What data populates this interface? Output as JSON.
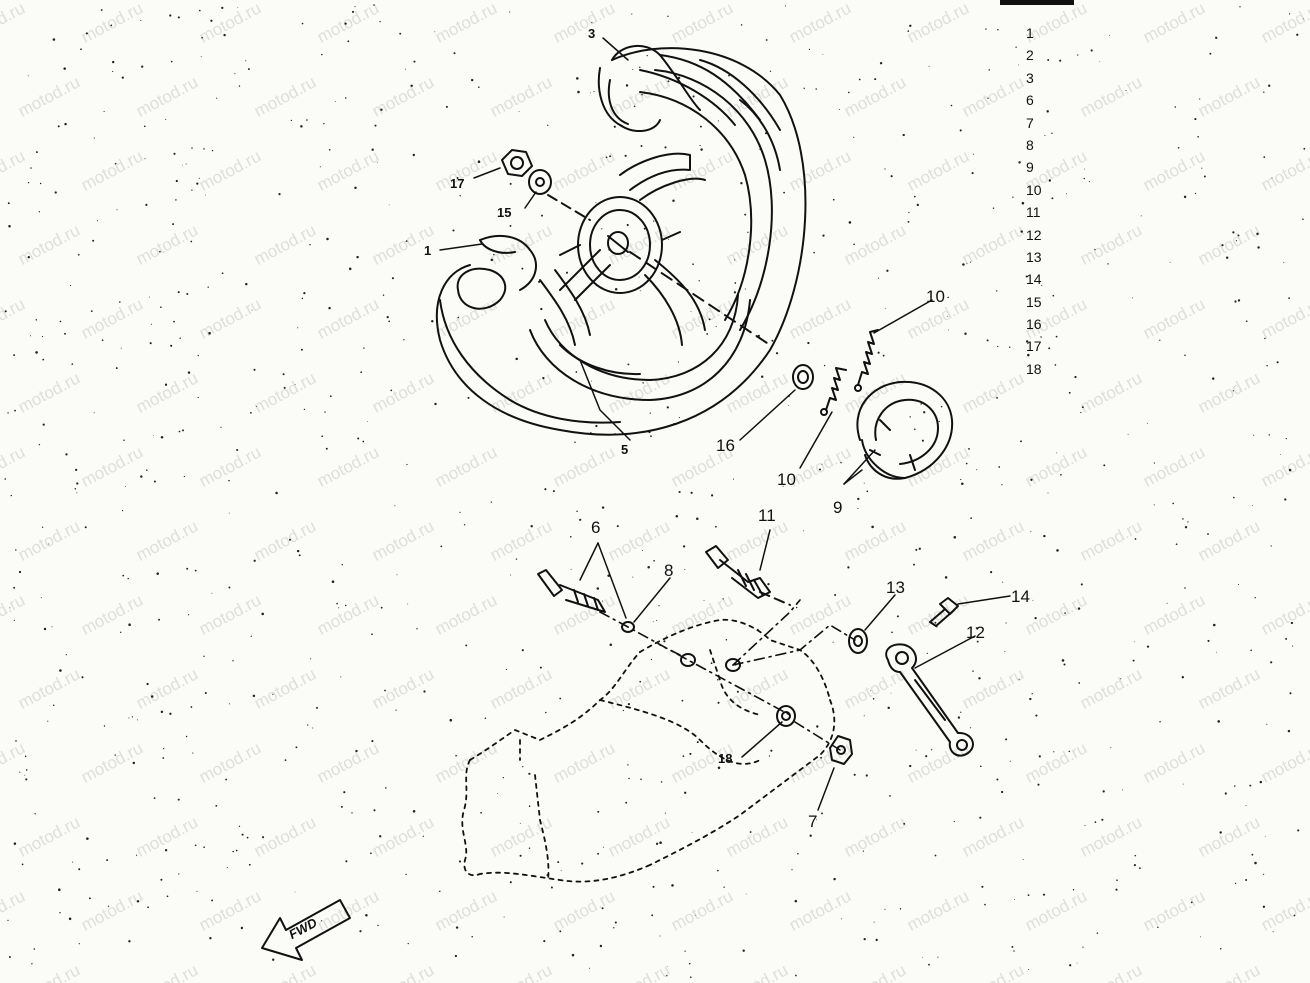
{
  "watermark": "motod.ru",
  "callouts": [
    {
      "id": "c1",
      "text": "1"
    },
    {
      "id": "c3",
      "text": "3"
    },
    {
      "id": "c5",
      "text": "5"
    },
    {
      "id": "c6",
      "text": "6"
    },
    {
      "id": "c7",
      "text": "7"
    },
    {
      "id": "c8",
      "text": "8"
    },
    {
      "id": "c9",
      "text": "9"
    },
    {
      "id": "c10a",
      "text": "10"
    },
    {
      "id": "c10b",
      "text": "10"
    },
    {
      "id": "c11",
      "text": "11"
    },
    {
      "id": "c12",
      "text": "12"
    },
    {
      "id": "c13",
      "text": "13"
    },
    {
      "id": "c14",
      "text": "14"
    },
    {
      "id": "c15",
      "text": "15"
    },
    {
      "id": "c16",
      "text": "16"
    },
    {
      "id": "c17",
      "text": "17"
    },
    {
      "id": "c18",
      "text": "18"
    }
  ],
  "legend": [
    "1",
    "2",
    "3",
    "6",
    "7",
    "8",
    "9",
    "10",
    "11",
    "12",
    "13",
    "14",
    "15",
    "16",
    "17",
    "18"
  ],
  "fwd_label": "FWD",
  "colors": {
    "ink": "#111111",
    "paper": "#fbfbf8"
  }
}
